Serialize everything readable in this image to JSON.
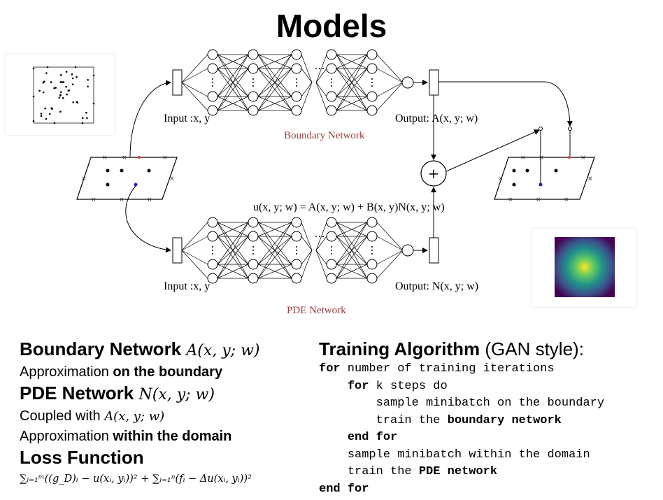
{
  "title": "Models",
  "diagram": {
    "top_input_label": "Input :x, y",
    "top_output_label": "Output: A(x, y; w)",
    "top_network_name": "Boundary Network",
    "bottom_input_label": "Input :x, y",
    "bottom_output_label": "Output: N(x, y; w)",
    "bottom_network_name": "PDE Network",
    "equation": "u(x, y; w) = A(x, y; w) + B(x, y)N(x, y; w)",
    "plus_symbol": "+",
    "colors": {
      "network_name": "#9b3a3a",
      "boundary_point": "#e04040",
      "interior_point": "#2020d0"
    }
  },
  "description": {
    "boundary_network_heading": "Boundary Network",
    "boundary_network_math": "A(x, y; w)",
    "boundary_line_prefix": "Approximation ",
    "boundary_line_bold": "on the boundary",
    "pde_network_heading": "PDE Network",
    "pde_network_math": "N(x, y; w)",
    "coupled_prefix": "Coupled with ",
    "coupled_math": "A(x, y; w)",
    "within_prefix": "Approximation ",
    "within_bold": "within the domain",
    "loss_heading": "Loss Function",
    "loss_formula": "∑ᵢ₌₁ᵐ((g_D)ᵢ − u(xᵢ, yᵢ))² + ∑ᵢ₌₁ⁿ(fᵢ − Δu(xᵢ, yᵢ))²"
  },
  "algorithm": {
    "title_bold": "Training Algorithm",
    "title_rest": " (GAN style):",
    "lines": [
      {
        "indent": "",
        "kw": "for",
        "text": " number of training iterations",
        "bold_tail": ""
      },
      {
        "indent": "    ",
        "kw": "for",
        "text": " k steps do",
        "bold_tail": ""
      },
      {
        "indent": "        ",
        "kw": "",
        "text": "sample minibatch on the boundary",
        "bold_tail": ""
      },
      {
        "indent": "        ",
        "kw": "",
        "text": "train the ",
        "bold_tail": "boundary network"
      },
      {
        "indent": "    ",
        "kw": "end for",
        "text": "",
        "bold_tail": ""
      },
      {
        "indent": "    ",
        "kw": "",
        "text": "sample minibatch within the domain",
        "bold_tail": ""
      },
      {
        "indent": "    ",
        "kw": "",
        "text": "train the ",
        "bold_tail": "PDE network"
      },
      {
        "indent": "",
        "kw": "end for",
        "text": "",
        "bold_tail": ""
      }
    ]
  }
}
